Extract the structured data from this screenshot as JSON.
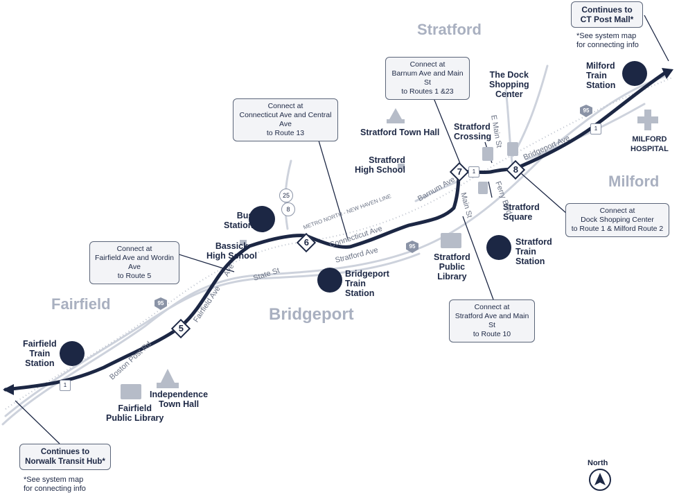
{
  "cities": {
    "stratford": "Stratford",
    "milford": "Milford",
    "fairfield": "Fairfield",
    "bridgeport": "Bridgeport"
  },
  "places": {
    "dock": "The Dock\nShopping\nCenter",
    "milford_train": "Milford\nTrain\nStation",
    "milford_hospital": "MILFORD\nHOSPITAL",
    "stratford_town_hall": "Stratford Town Hall",
    "stratford_hs": "Stratford\nHigh School",
    "stratford_crossing": "Stratford\nCrossing",
    "stratford_square": "Stratford\nSquare",
    "stratford_train": "Stratford\nTrain\nStation",
    "stratford_library": "Stratford\nPublic\nLibrary",
    "bus_station": "Bus\nStation",
    "bassick": "Bassick\nHigh School",
    "bridgeport_train": "Bridgeport\nTrain\nStation",
    "fairfield_train": "Fairfield\nTrain\nStation",
    "fairfield_library": "Fairfield\nPublic Library",
    "independence": "Independence\nTown Hall"
  },
  "callouts": {
    "ct_post": "Continues to\nCT Post Mall*",
    "ct_post_note": "*See system map\nfor connecting info",
    "barnum": "Connect at\nBarnum Ave and Main St\nto Routes 1 &23",
    "ct_ave": "Connect at\nConnecticut Ave and Central Ave\nto Route 13",
    "dock": "Connect at\nDock Shopping Center\nto Route 1 & Milford Route 2",
    "fairfield_ave": "Connect at\nFairfield Ave and Wordin Ave\nto Route 5",
    "stratford_ave": "Connect at\nStratford Ave and Main St\nto Route 10",
    "norwalk": "Continues to\nNorwalk Transit Hub*",
    "norwalk_note": "*See system map\nfor connecting info"
  },
  "stops": [
    "5",
    "6",
    "7",
    "8"
  ],
  "streets": {
    "bridgeport_ave": "Bridgeport Ave",
    "e_main": "E Main St",
    "ferry": "Ferry Blvd",
    "barnum": "Barnum Ave",
    "main": "Main St",
    "metro_north": "METRO NORTH - NEW HAVEN LINE",
    "connecticut": "Connecticut Ave",
    "stratford_ave": "Stratford Ave",
    "state": "State St",
    "fairfield_ave": "Fairfield Ave",
    "boston_post": "Boston Post Rd",
    "ave": "Ave"
  },
  "shields": {
    "i95": "95",
    "us1": "1",
    "rt25": "25",
    "rt8": "8"
  },
  "north": "North",
  "colors": {
    "route": "#1c2744",
    "road": "#c9ced8",
    "rail": "#b4bac6",
    "city": "#a9b0c0"
  }
}
